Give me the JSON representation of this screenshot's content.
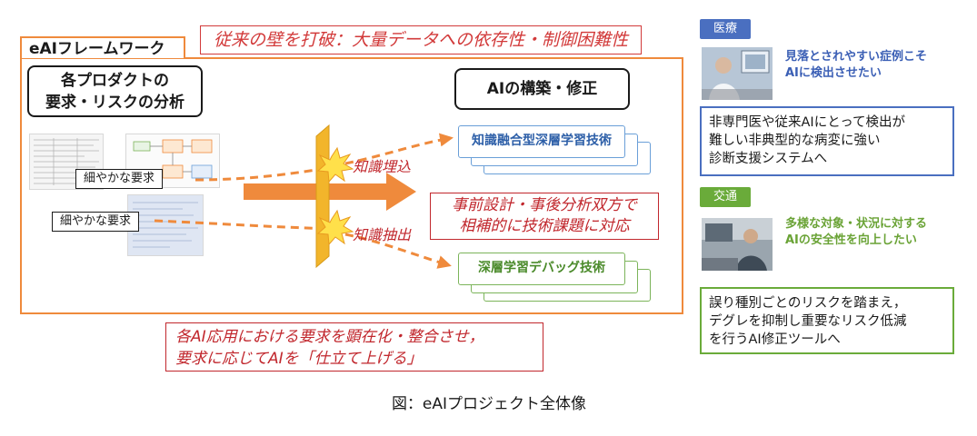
{
  "framework": {
    "title": "eAIフレームワーク",
    "challenge": "従来の壁を打破：大量データへの依存性・制御困難性",
    "analysis_title": "各プロダクトの\n要求・リスクの分析",
    "build_title": "AIの構築・修正",
    "requirement_chip_1": "細やかな要求",
    "requirement_chip_2": "細やかな要求",
    "knowledge_embed": "知識埋込",
    "knowledge_extract": "知識抽出",
    "tech_1": "知識融合型深層学習技術",
    "tech_2": "深層学習デバッグ技術",
    "solution": "事前設計・事後分析双方で\n相補的に技術課題に対応",
    "summary": "各AI応用における要求を顕在化・整合させ，\n要求に応じてAIを「仕立て上げる」"
  },
  "use_cases": [
    {
      "domain": "医療",
      "headline": "見落とされやすい症例こそ\nAIに検出させたい",
      "description": "非専門医や従来AIにとって検出が\n難しい非典型的な病変に強い\n診断支援システムへ"
    },
    {
      "domain": "交通",
      "headline": "多様な対象・状況に対する\nAIの安全性を向上したい",
      "description": "誤り種別ごとのリスクを踏まえ，\nデグレを抑制し重要なリスク低減\nを行うAI修正ツールへ"
    }
  ],
  "caption": "図：eAIプロジェクト全体像",
  "colors": {
    "framework_orange": "#ef8a3c",
    "accent_red": "#c1272d",
    "tech_blue": "#6a9fd8",
    "tech_green": "#7cb45a",
    "medical_blue": "#4a6fc0",
    "traffic_green": "#6aab3a",
    "medical_text": "#3b5fb5",
    "traffic_text": "#6aa336",
    "barrier_yellow": "#f2b52b"
  }
}
